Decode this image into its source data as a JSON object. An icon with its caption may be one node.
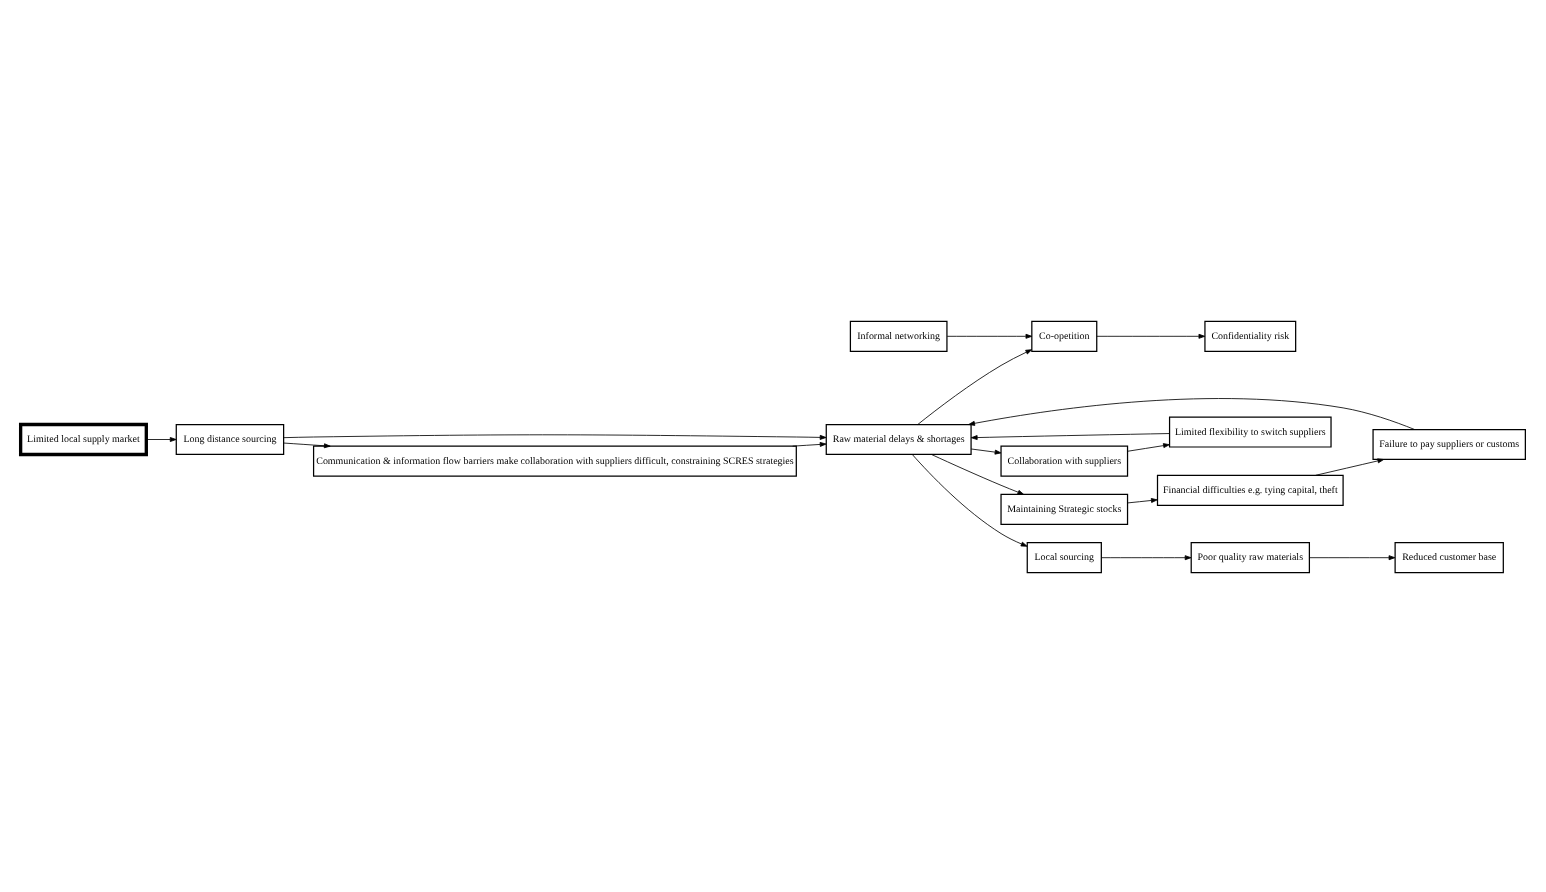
{
  "diagram": {
    "nodes": [
      {
        "text": [
          "Informal networking"
        ]
      },
      {
        "text": [
          "Confidentiality risk"
        ]
      },
      {
        "text": [
          "Co-opetition"
        ]
      },
      {
        "text": [
          "Collaboration with suppliers"
        ]
      },
      {
        "text": [
          "Limited flexibility to switch suppliers"
        ]
      },
      {
        "text": [
          "Limited local supply market"
        ]
      },
      {
        "text": [
          "Long distance sourcing"
        ]
      },
      {
        "text": [
          "Raw material delays & shortages"
        ]
      },
      {
        "text": [
          "Failure to pay suppliers or customs"
        ]
      },
      {
        "text": [
          "Maintaining Strategic stocks"
        ]
      },
      {
        "text": [
          "Financial difficulties e.g. tying capital, theft"
        ]
      },
      {
        "text": [
          "Local sourcing"
        ]
      },
      {
        "text": [
          "Poor quality raw materials"
        ]
      },
      {
        "text": [
          "Reduced customer base"
        ]
      },
      {
        "text": [
          "Communication & information flow barriers make collaboration with suppliers difficult, constraining SCRES strategies"
        ]
      }
    ],
    "edges": [
      {
        "from": 0,
        "to": 2,
        "arrow": "to"
      },
      {
        "from": 2,
        "to": 1,
        "arrow": "to"
      },
      {
        "from": 7,
        "to": 2,
        "arrow": "to"
      },
      {
        "from": 7,
        "to": 3,
        "arrow": "to"
      },
      {
        "from": 3,
        "to": 4,
        "arrow": "to"
      },
      {
        "from": 4,
        "to": 7,
        "arrow": "to"
      },
      {
        "from": 5,
        "to": 6,
        "arrow": "to"
      },
      {
        "from": 6,
        "to": 7,
        "arrow": "to"
      },
      {
        "from": 8,
        "to": 7,
        "arrow": "to"
      },
      {
        "from": 7,
        "to": 9,
        "arrow": "to"
      },
      {
        "from": 9,
        "to": 10,
        "arrow": "to"
      },
      {
        "from": 10,
        "to": 8,
        "arrow": "to"
      },
      {
        "from": 7,
        "to": 11,
        "arrow": "to"
      },
      {
        "from": 11,
        "to": 12,
        "arrow": "to"
      },
      {
        "from": 12,
        "to": 13,
        "arrow": "to"
      },
      {
        "from": 6,
        "to": 14,
        "arrow": "to"
      },
      {
        "from": 14,
        "to": 7,
        "arrow": "to"
      }
    ]
  }
}
